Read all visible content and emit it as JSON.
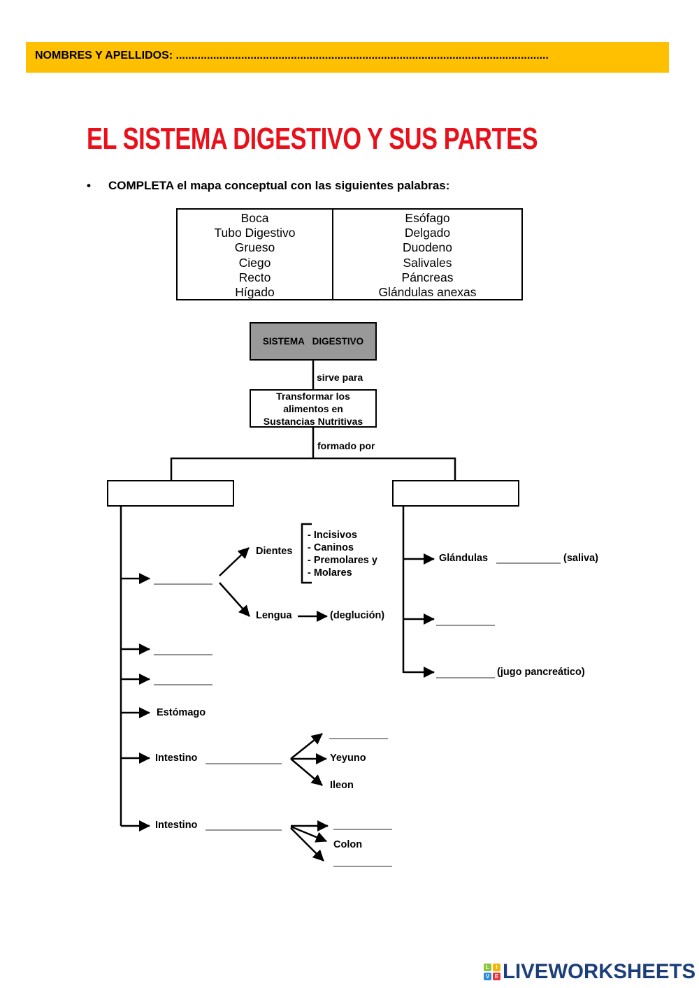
{
  "header": {
    "name_field_label": "NOMBRES Y APELLIDOS: ........................................................................................................................"
  },
  "title": "EL SISTEMA DIGESTIVO Y SUS PARTES",
  "instruction": {
    "bullet": "•",
    "text": "COMPLETA el mapa conceptual con las siguientes palabras:"
  },
  "word_bank": {
    "column_1": [
      "Boca",
      "Tubo Digestivo",
      "Grueso",
      "Ciego",
      "Recto",
      "Hígado"
    ],
    "column_2": [
      "Esófago",
      "Delgado",
      "Duodeno",
      "Salivales",
      "Páncreas",
      "Glándulas anexas"
    ]
  },
  "concept_map": {
    "root": "SISTEMA   DIGESTIVO",
    "link_1": "sirve para",
    "function_box": [
      "Transformar los",
      "alimentos en",
      "Sustancias Nutritivas"
    ],
    "link_2": "formado por",
    "left_branch_box": "",
    "right_branch_box": "",
    "left_items": {
      "dientes": "Dientes",
      "teeth_types": [
        "- Incisivos",
        "- Caninos",
        "- Premolares y",
        "- Molares"
      ],
      "lengua": "Lengua",
      "deglucion": "(deglución)",
      "estomago": "Estómago",
      "intestino_1": "Intestino",
      "yeyuno": "Yeyuno",
      "ileon": "Ileon",
      "intestino_2": "Intestino",
      "colon": "Colon"
    },
    "right_items": {
      "glandulas": "Glándulas",
      "saliva": "(saliva)",
      "jugo": "(jugo pancreático)"
    }
  },
  "footer": {
    "logo_tiles": [
      "L",
      "I",
      "V",
      "E"
    ],
    "logo_tile_colors": [
      "#8cc63f",
      "#f7b500",
      "#2e8bd8",
      "#e8323c"
    ],
    "brand": "LIVEWORKSHEETS"
  }
}
